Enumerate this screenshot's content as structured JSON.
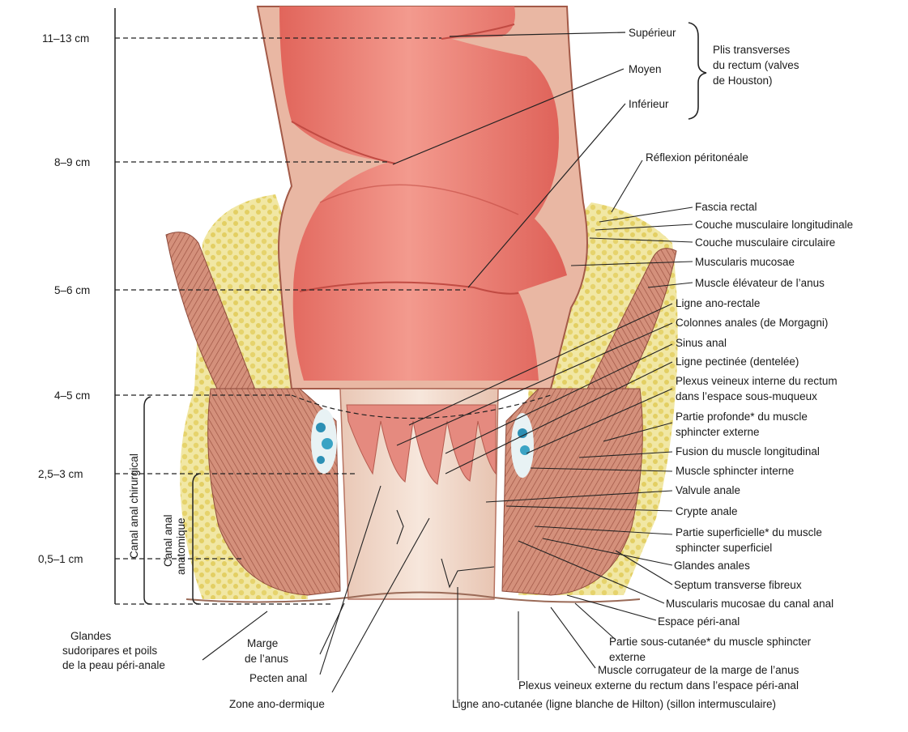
{
  "depth_markers": {
    "d1": "11–13 cm",
    "d2": "8–9 cm",
    "d3": "5–6 cm",
    "d4": "4–5 cm",
    "d5": "2,5–3 cm",
    "d6": "0,5–1 cm"
  },
  "vertical_labels": {
    "canal_chirurgical": "Canal anal chirurgical",
    "canal_anatomique_1": "Canal anal",
    "canal_anatomique_2": "anatomique"
  },
  "houston": {
    "superieur": "Supérieur",
    "moyen": "Moyen",
    "inferieur": "Inférieur",
    "group_1": "Plis transverses",
    "group_2": "du rectum (valves",
    "group_3": "de Houston)"
  },
  "right_labels": {
    "reflexion": "Réflexion péritonéale",
    "fascia": "Fascia rectal",
    "longitudinale": "Couche musculaire longitudinale",
    "circulaire": "Couche musculaire circulaire",
    "muscularis": "Muscularis mucosae",
    "elevateur": "Muscle élévateur de l’anus",
    "ano_rectale": "Ligne ano-rectale",
    "colonnes": "Colonnes anales (de Morgagni)",
    "sinus": "Sinus anal",
    "pectinee": "Ligne pectinée (dentelée)",
    "plexus_int_1": "Plexus veineux interne du rectum",
    "plexus_int_2": "dans l’espace sous-muqueux",
    "profonde_1": "Partie profonde* du muscle",
    "profonde_2": "sphincter externe",
    "fusion": "Fusion du muscle longitudinal",
    "sphincter_int": "Muscle sphincter interne",
    "valvule": "Valvule anale",
    "crypte": "Crypte anale",
    "superficielle_1": "Partie superficielle* du muscle",
    "superficielle_2": "sphincter superficiel",
    "glandes": "Glandes anales",
    "septum": "Septum transverse fibreux",
    "muscularis_canal": "Muscularis mucosae du canal anal",
    "espace": "Espace péri-anal",
    "sous_cutanee_1": "Partie sous-cutanée* du muscle sphincter",
    "sous_cutanee_2": "externe",
    "corrugateur": "Muscle corrugateur de la marge de l’anus",
    "plexus_ext": "Plexus veineux externe du rectum dans l’espace péri-anal",
    "ano_cutanee": "Ligne ano-cutanée (ligne blanche de Hilton) (sillon intermusculaire)"
  },
  "bottom_labels": {
    "glandes_sud_1": "Glandes",
    "glandes_sud_2": "sudoripares et poils",
    "glandes_sud_3": "de la peau péri-anale",
    "marge_1": "Marge",
    "marge_2": "de l’anus",
    "pecten": "Pecten anal",
    "zone": "Zone ano-dermique"
  }
}
